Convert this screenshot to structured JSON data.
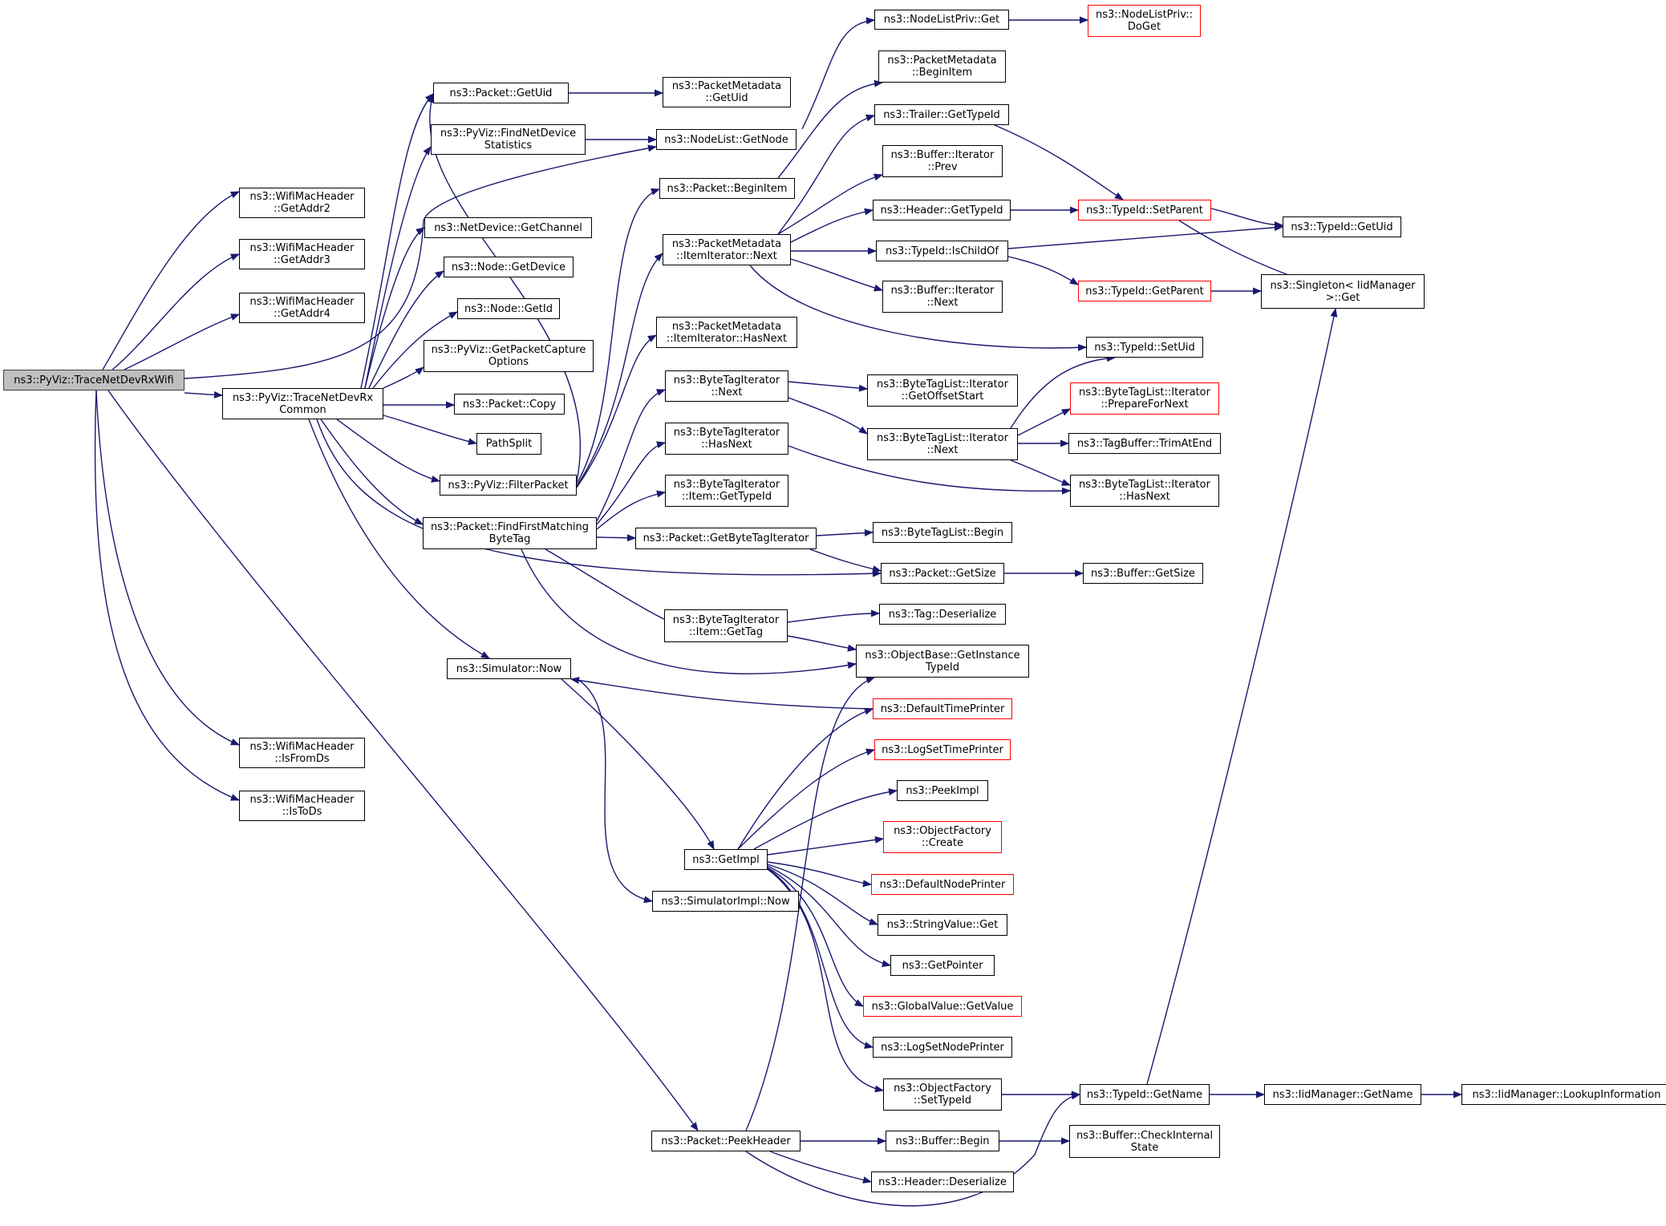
{
  "colors": {
    "edge": "#191970",
    "border": "#000000",
    "truncated_border": "#ff0000",
    "root_fill": "#bfbfbf"
  },
  "nodes": {
    "root": {
      "lines": [
        "ns3::PyViz::TraceNetDevRxWifi"
      ]
    },
    "wmh_addr2": {
      "lines": [
        "ns3::WifiMacHeader",
        "::GetAddr2"
      ]
    },
    "wmh_addr3": {
      "lines": [
        "ns3::WifiMacHeader",
        "::GetAddr3"
      ]
    },
    "wmh_addr4": {
      "lines": [
        "ns3::WifiMacHeader",
        "::GetAddr4"
      ]
    },
    "wmh_isfromds": {
      "lines": [
        "ns3::WifiMacHeader",
        "::IsFromDs"
      ]
    },
    "wmh_istods": {
      "lines": [
        "ns3::WifiMacHeader",
        "::IsToDs"
      ]
    },
    "trace_common": {
      "lines": [
        "ns3::PyViz::TraceNetDevRx",
        "Common"
      ]
    },
    "pkt_getuid": {
      "lines": [
        "ns3::Packet::GetUid"
      ]
    },
    "find_netdev": {
      "lines": [
        "ns3::PyViz::FindNetDevice",
        "Statistics"
      ]
    },
    "netdev_channel": {
      "lines": [
        "ns3::NetDevice::GetChannel"
      ]
    },
    "node_getdevice": {
      "lines": [
        "ns3::Node::GetDevice"
      ]
    },
    "node_getid": {
      "lines": [
        "ns3::Node::GetId"
      ]
    },
    "pcap_options": {
      "lines": [
        "ns3::PyViz::GetPacketCapture",
        "Options"
      ]
    },
    "pkt_copy": {
      "lines": [
        "ns3::Packet::Copy"
      ]
    },
    "pathsplit": {
      "lines": [
        "PathSplit"
      ]
    },
    "filter_packet": {
      "lines": [
        "ns3::PyViz::FilterPacket"
      ]
    },
    "find_first": {
      "lines": [
        "ns3::Packet::FindFirstMatching",
        "ByteTag"
      ]
    },
    "sim_now": {
      "lines": [
        "ns3::Simulator::Now"
      ]
    },
    "get_impl": {
      "lines": [
        "ns3::GetImpl"
      ]
    },
    "simimpl_now": {
      "lines": [
        "ns3::SimulatorImpl::Now"
      ]
    },
    "peek_header": {
      "lines": [
        "ns3::Packet::PeekHeader"
      ]
    },
    "pm_getuid": {
      "lines": [
        "ns3::PacketMetadata",
        "::GetUid"
      ]
    },
    "nodelist_getnode": {
      "lines": [
        "ns3::NodeList::GetNode"
      ]
    },
    "pkt_beginitem": {
      "lines": [
        "ns3::Packet::BeginItem"
      ]
    },
    "pm_ii_next": {
      "lines": [
        "ns3::PacketMetadata",
        "::ItemIterator::Next"
      ]
    },
    "pm_ii_hasnext": {
      "lines": [
        "ns3::PacketMetadata",
        "::ItemIterator::HasNext"
      ]
    },
    "bti_next": {
      "lines": [
        "ns3::ByteTagIterator",
        "::Next"
      ]
    },
    "bti_hasnext": {
      "lines": [
        "ns3::ByteTagIterator",
        "::HasNext"
      ]
    },
    "bti_item_typeid": {
      "lines": [
        "ns3::ByteTagIterator",
        "::Item::GetTypeId"
      ]
    },
    "pkt_getbti": {
      "lines": [
        "ns3::Packet::GetByteTagIterator"
      ]
    },
    "bti_item_gettag": {
      "lines": [
        "ns3::ByteTagIterator",
        "::Item::GetTag"
      ]
    },
    "nlp_get": {
      "lines": [
        "ns3::NodeListPriv::Get"
      ]
    },
    "nlp_doget": {
      "lines": [
        "ns3::NodeListPriv::",
        "DoGet"
      ]
    },
    "pm_beginitem": {
      "lines": [
        "ns3::PacketMetadata",
        "::BeginItem"
      ]
    },
    "trailer_typeid": {
      "lines": [
        "ns3::Trailer::GetTypeId"
      ]
    },
    "buf_it_prev": {
      "lines": [
        "ns3::Buffer::Iterator",
        "::Prev"
      ]
    },
    "header_typeid": {
      "lines": [
        "ns3::Header::GetTypeId"
      ]
    },
    "typeid_ischildof": {
      "lines": [
        "ns3::TypeId::IsChildOf"
      ]
    },
    "buf_it_next": {
      "lines": [
        "ns3::Buffer::Iterator",
        "::Next"
      ]
    },
    "btl_it_offset": {
      "lines": [
        "ns3::ByteTagList::Iterator",
        "::GetOffsetStart"
      ]
    },
    "btl_it_next": {
      "lines": [
        "ns3::ByteTagList::Iterator",
        "::Next"
      ]
    },
    "btl_begin": {
      "lines": [
        "ns3::ByteTagList::Begin"
      ]
    },
    "pkt_getsize": {
      "lines": [
        "ns3::Packet::GetSize"
      ]
    },
    "tag_deserialize": {
      "lines": [
        "ns3::Tag::Deserialize"
      ]
    },
    "ob_instance": {
      "lines": [
        "ns3::ObjectBase::GetInstance",
        "TypeId"
      ]
    },
    "default_time": {
      "lines": [
        "ns3::DefaultTimePrinter"
      ]
    },
    "log_settime": {
      "lines": [
        "ns3::LogSetTimePrinter"
      ]
    },
    "peek_impl": {
      "lines": [
        "ns3::PeekImpl"
      ]
    },
    "of_create": {
      "lines": [
        "ns3::ObjectFactory",
        "::Create"
      ]
    },
    "default_node": {
      "lines": [
        "ns3::DefaultNodePrinter"
      ]
    },
    "stringvalue_get": {
      "lines": [
        "ns3::StringValue::Get"
      ]
    },
    "get_pointer": {
      "lines": [
        "ns3::GetPointer"
      ]
    },
    "gv_getvalue": {
      "lines": [
        "ns3::GlobalValue::GetValue"
      ]
    },
    "log_setnode": {
      "lines": [
        "ns3::LogSetNodePrinter"
      ]
    },
    "of_settypeid": {
      "lines": [
        "ns3::ObjectFactory",
        "::SetTypeId"
      ]
    },
    "buf_begin": {
      "lines": [
        "ns3::Buffer::Begin"
      ]
    },
    "header_deser": {
      "lines": [
        "ns3::Header::Deserialize"
      ]
    },
    "typeid_setparent": {
      "lines": [
        "ns3::TypeId::SetParent"
      ]
    },
    "typeid_getparent": {
      "lines": [
        "ns3::TypeId::GetParent"
      ]
    },
    "typeid_setuid": {
      "lines": [
        "ns3::TypeId::SetUid"
      ]
    },
    "btl_it_prep": {
      "lines": [
        "ns3::ByteTagList::Iterator",
        "::PrepareForNext"
      ]
    },
    "tagbuf_trim": {
      "lines": [
        "ns3::TagBuffer::TrimAtEnd"
      ]
    },
    "btl_it_hasnext": {
      "lines": [
        "ns3::ByteTagList::Iterator",
        "::HasNext"
      ]
    },
    "buf_getsize": {
      "lines": [
        "ns3::Buffer::GetSize"
      ]
    },
    "typeid_getname": {
      "lines": [
        "ns3::TypeId::GetName"
      ]
    },
    "buf_checkstate": {
      "lines": [
        "ns3::Buffer::CheckInternal",
        "State"
      ]
    },
    "typeid_getuid": {
      "lines": [
        "ns3::TypeId::GetUid"
      ]
    },
    "singleton_get": {
      "lines": [
        "ns3::Singleton< IidManager",
        " >::Get"
      ]
    },
    "iid_getname": {
      "lines": [
        "ns3::IidManager::GetName"
      ]
    },
    "iid_lookup": {
      "lines": [
        "ns3::IidManager::LookupInformation"
      ]
    }
  }
}
